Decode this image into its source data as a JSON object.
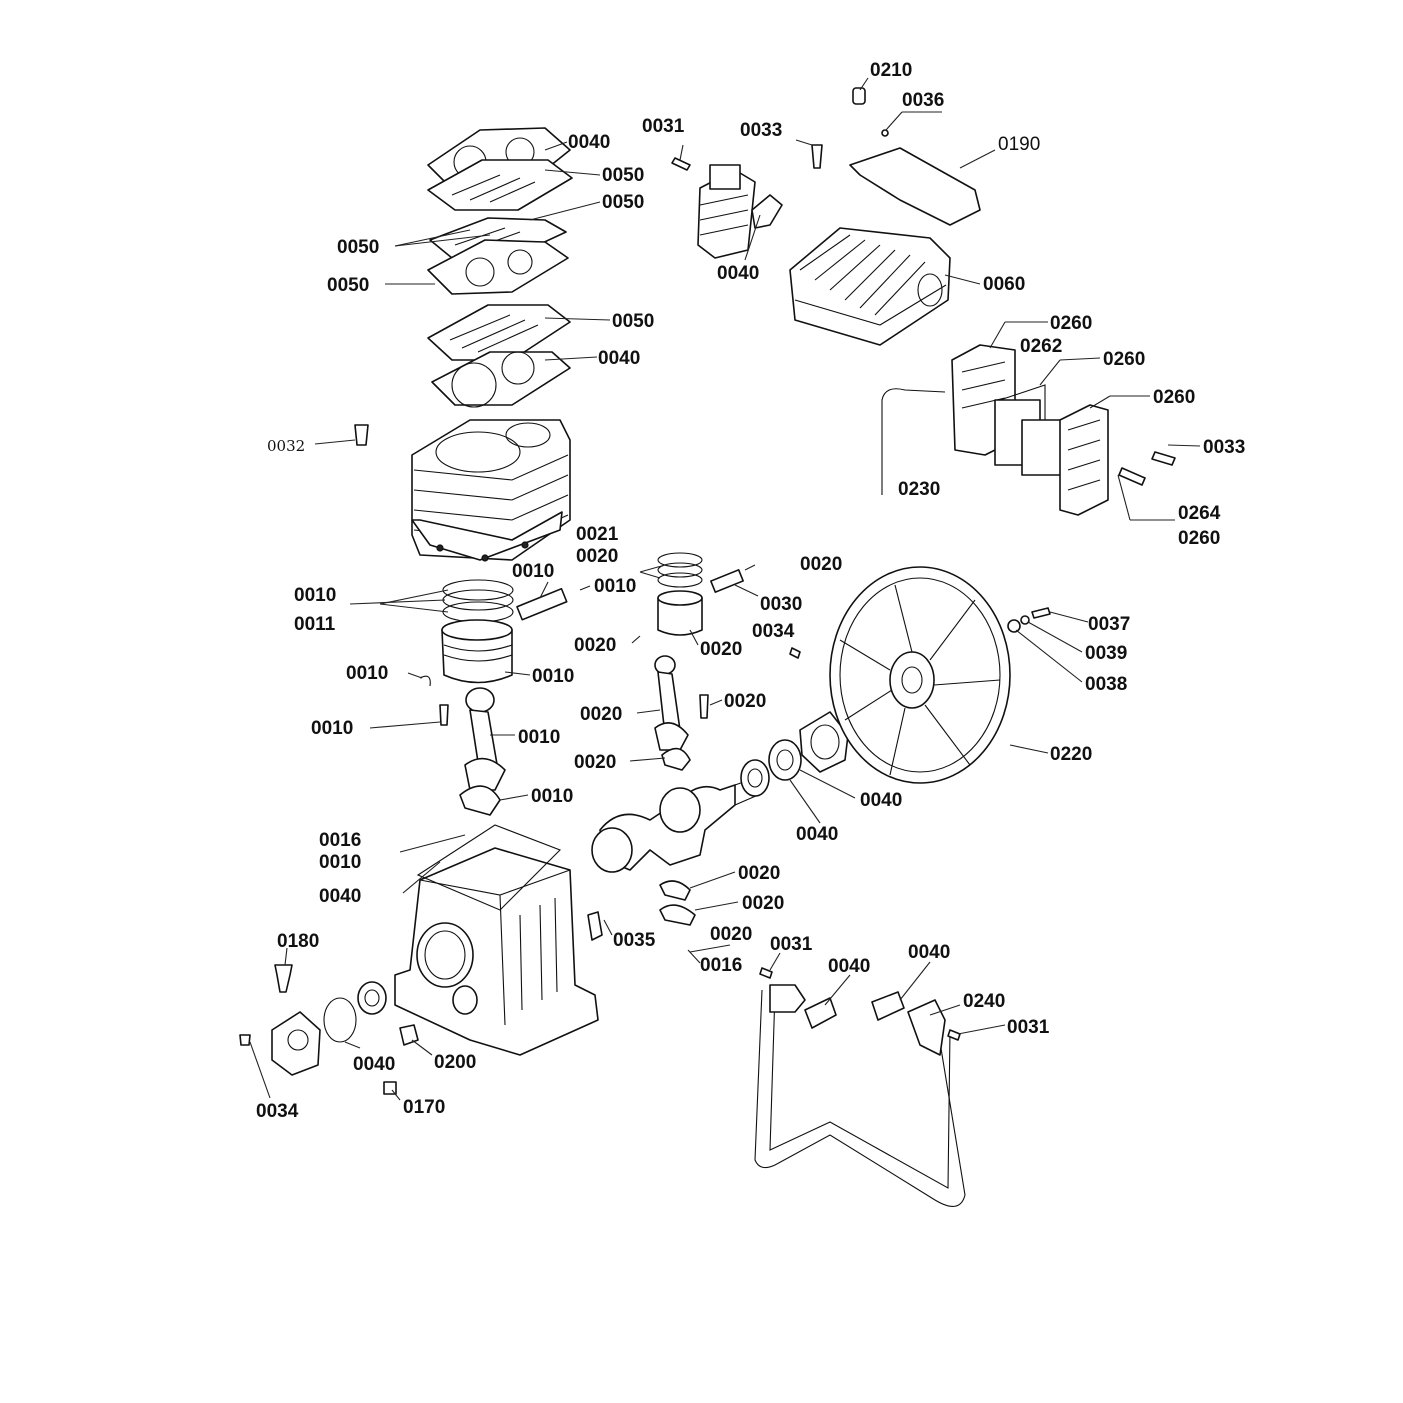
{
  "labels": [
    "0210",
    "0036",
    "0031",
    "0033",
    "0190",
    "0040",
    "0050",
    "0050",
    "0050",
    "0050",
    "0040",
    "0060",
    "0050",
    "0040",
    "0260",
    "0262",
    "0260",
    "0260",
    "0032",
    "0033",
    "0230",
    "0264",
    "0260",
    "0021",
    "0020",
    "0020",
    "0010",
    "0010",
    "0030",
    "0010",
    "0011",
    "0034",
    "0020",
    "0020",
    "0037",
    "0039",
    "0038",
    "0010",
    "0010",
    "0010",
    "0020",
    "0020",
    "0010",
    "0020",
    "0220",
    "0010",
    "0040",
    "0040",
    "0016",
    "0010",
    "0040",
    "0020",
    "0020",
    "0035",
    "0020",
    "0016",
    "0031",
    "0180",
    "0040",
    "0040",
    "0240",
    "0031",
    "0040",
    "0200",
    "0034",
    "0170"
  ]
}
